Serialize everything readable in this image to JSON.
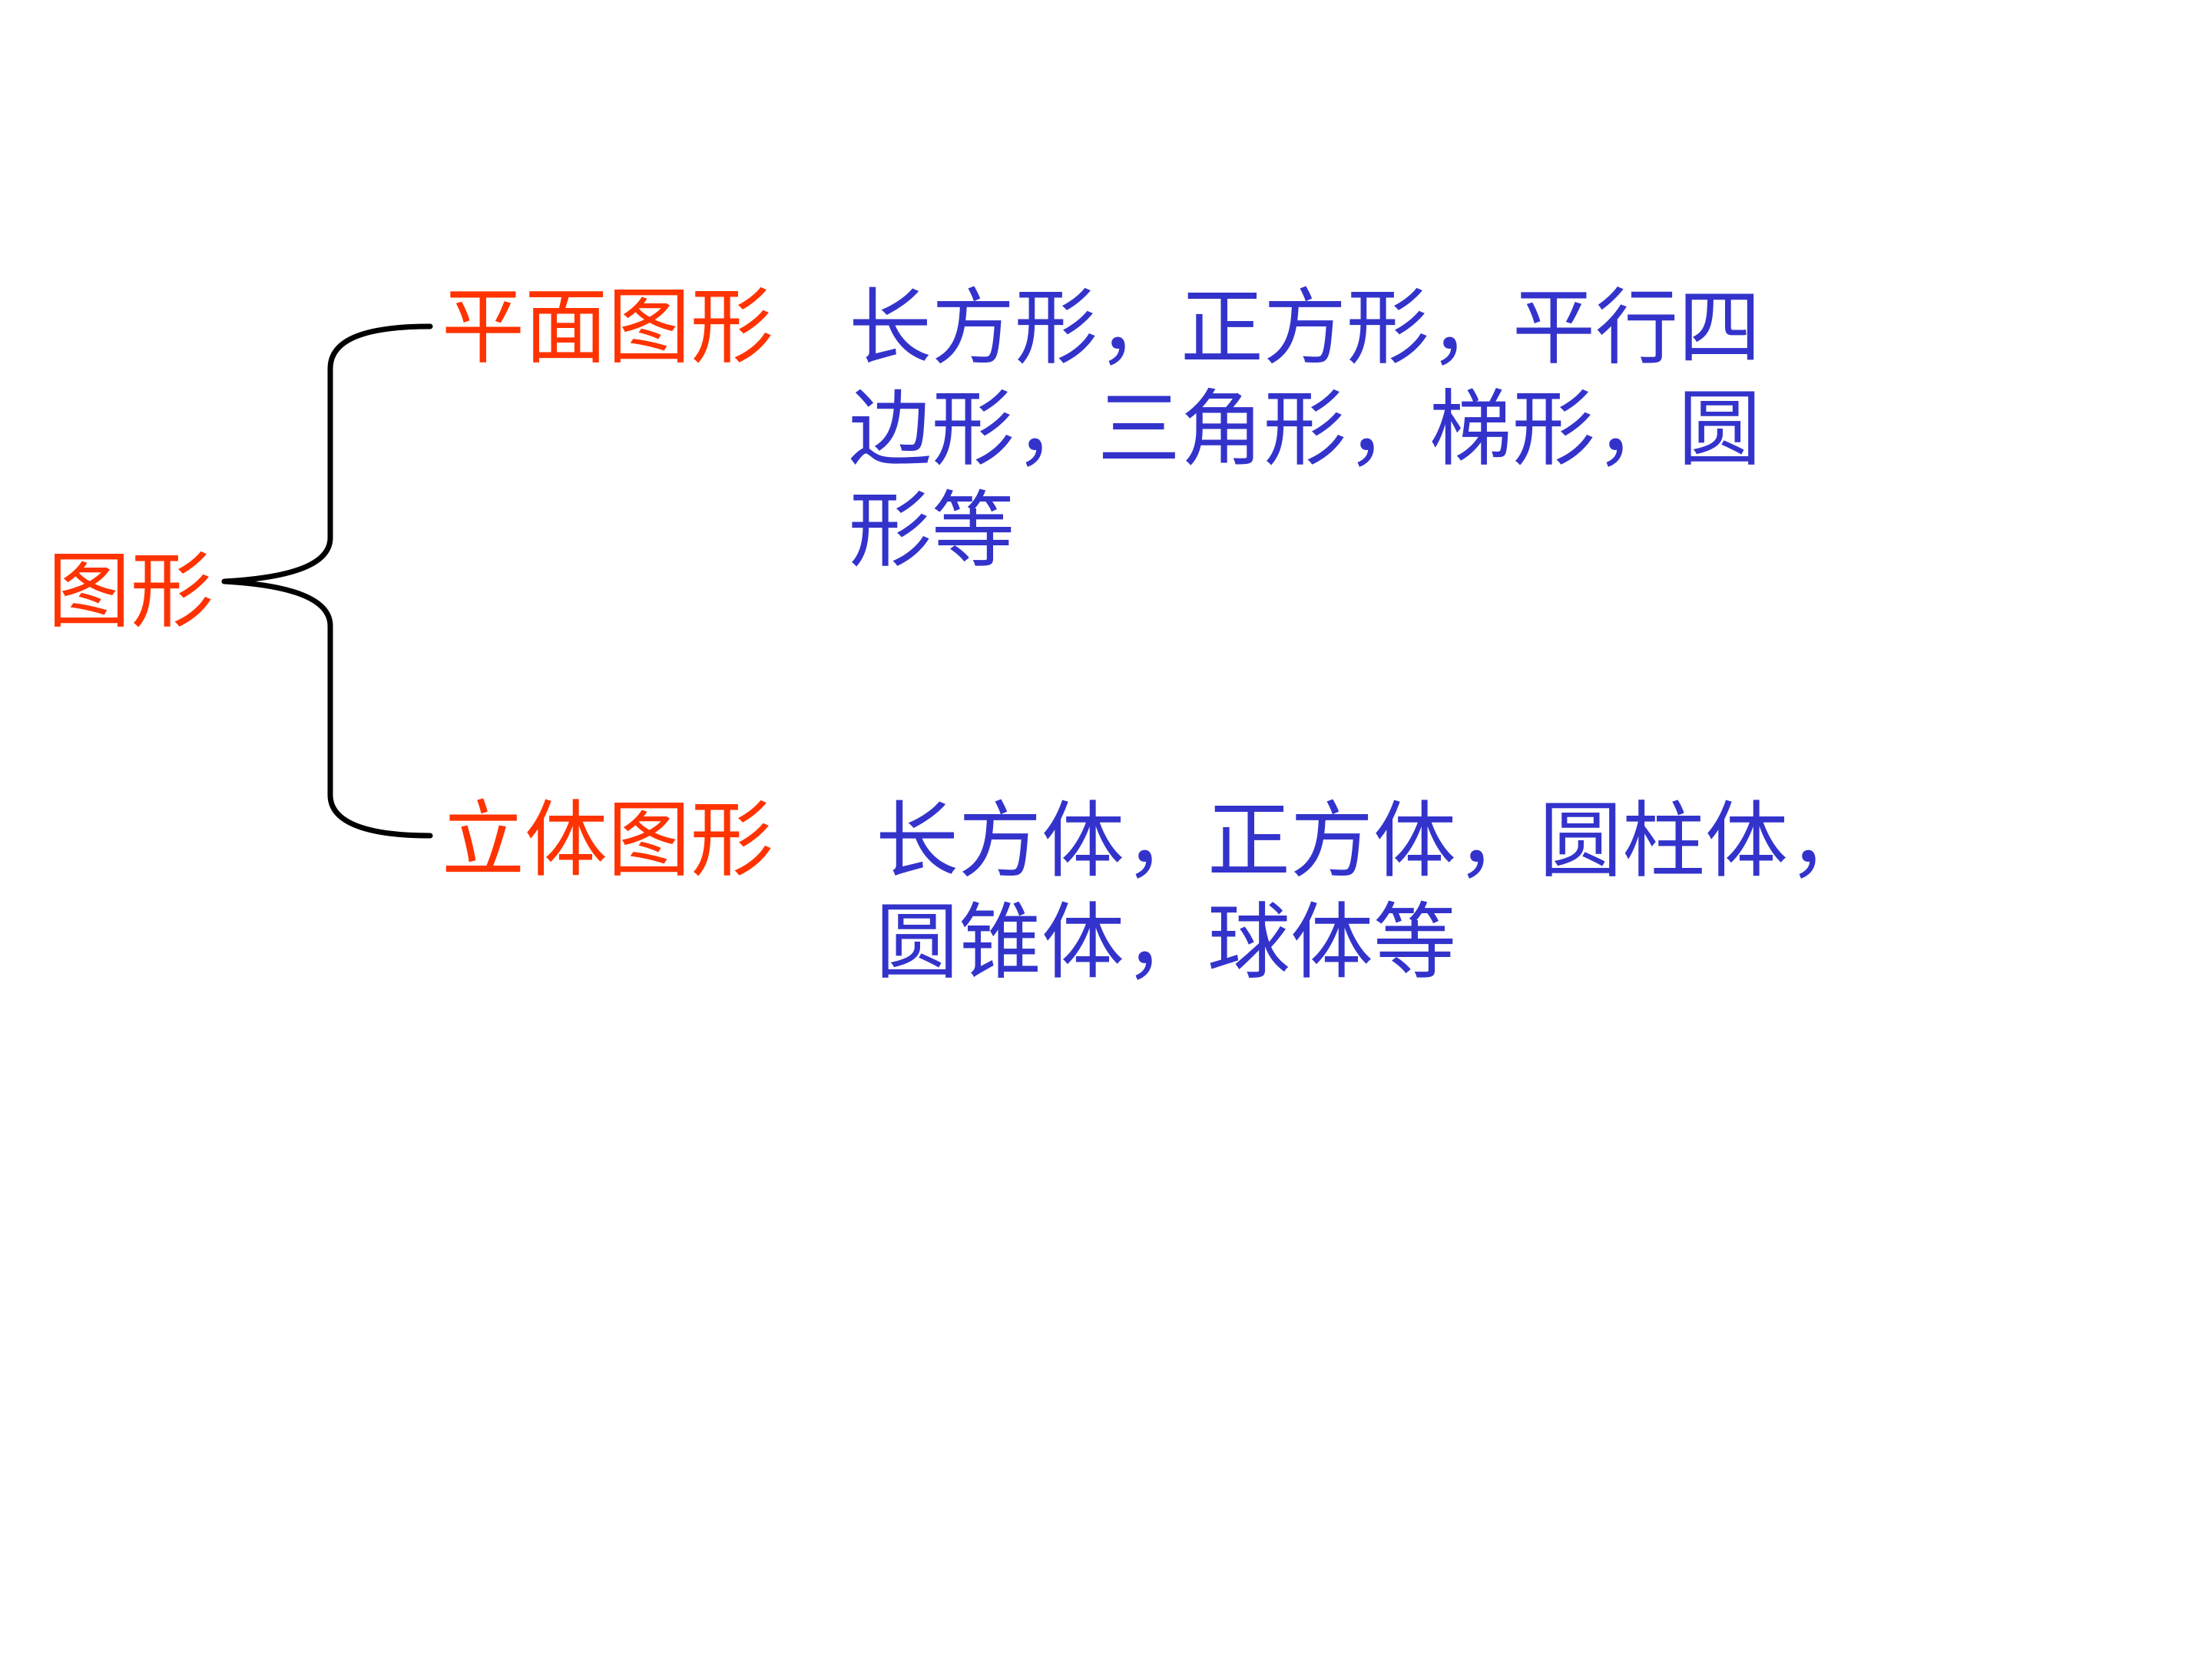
{
  "diagram": {
    "root": {
      "label": "图形"
    },
    "branches": [
      {
        "label": "平面图形",
        "examples": "长方形，正方形，平行四\n边形，三角形，梯形，圆\n形等"
      },
      {
        "label": "立体图形",
        "examples": "长方体，正方体，圆柱体，\n圆锥体，球体等"
      }
    ],
    "colors": {
      "category_text": "#ff3300",
      "example_text": "#3333cc",
      "brace": "#000000"
    }
  }
}
